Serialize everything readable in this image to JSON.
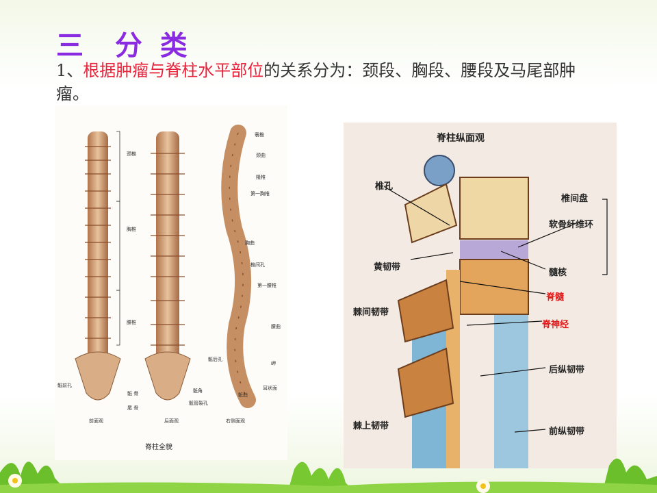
{
  "slide": {
    "title": "三  分 类",
    "subtitle_num": "1、",
    "subtitle_red": "根据肿瘤与脊柱水平部位",
    "subtitle_rest": "的关系分为：颈段、胸段、腰段及马尾部肿瘤。"
  },
  "left_figure": {
    "caption": "脊柱全貌",
    "views": [
      "前面观",
      "后面观",
      "右侧面观"
    ],
    "labels": [
      "颈椎",
      "胸椎",
      "腰椎",
      "骶前孔",
      "骶 骨",
      "尾 骨",
      "骶后孔",
      "骶角",
      "骶管裂孔",
      "隆椎",
      "颈曲",
      "第一胸椎",
      "胸曲",
      "椎间孔",
      "第一腰椎",
      "腰曲",
      "岬",
      "骶曲",
      "耳状面",
      "寰椎"
    ]
  },
  "right_figure": {
    "title": "脊柱纵面观",
    "labels": {
      "foramen": "椎孔",
      "disc": "椎间盘",
      "annulus": "软骨纤维环",
      "nucleus": "髓核",
      "flavum": "黄韧带",
      "cord": "脊髓",
      "nerve": "脊神经",
      "interspinous": "棘间韧带",
      "posterior_long": "后纵韧带",
      "supraspinous": "棘上韧带",
      "anterior_long": "前纵韧带"
    }
  }
}
